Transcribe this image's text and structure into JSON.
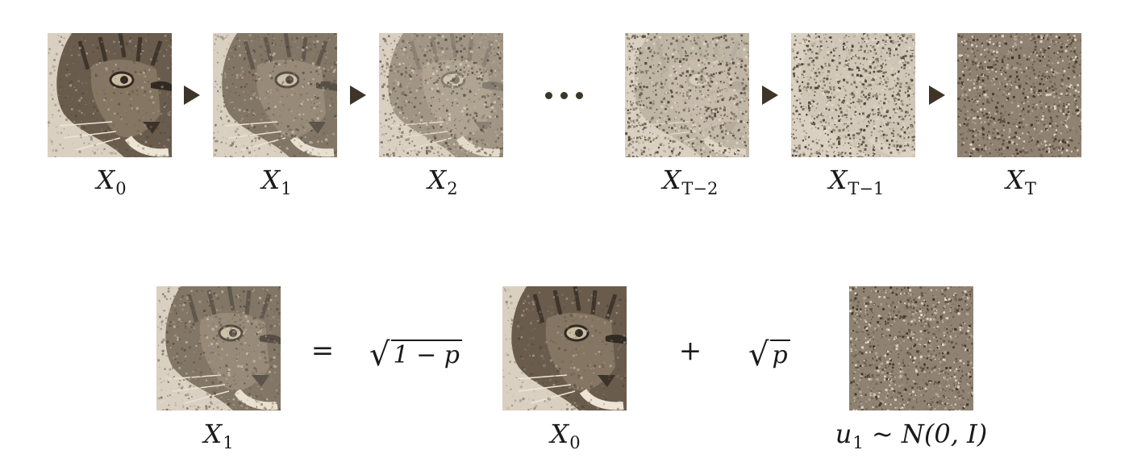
{
  "diagram": {
    "top_row": {
      "frames": [
        {
          "label_base": "X",
          "label_sub": "0",
          "noise": 0.1,
          "cat": true
        },
        {
          "label_base": "X",
          "label_sub": "1",
          "noise": 0.3,
          "cat": true
        },
        {
          "label_base": "X",
          "label_sub": "2",
          "noise": 0.55,
          "cat": true
        },
        {
          "label_base": "X",
          "label_sub": "T−2",
          "noise": 0.8,
          "cat": true
        },
        {
          "label_base": "X",
          "label_sub": "T−1",
          "noise": 0.93,
          "cat": true
        },
        {
          "label_base": "X",
          "label_sub": "T",
          "noise": 1.0,
          "cat": false
        }
      ],
      "ellipsis_icon": "horizontal-ellipsis",
      "arrow_icon": "right-triangle"
    },
    "equation": {
      "lhs": {
        "label_base": "X",
        "label_sub": "1",
        "noise": 0.3
      },
      "equals": "=",
      "coef1_radicand": "1 − p",
      "term1": {
        "label_base": "X",
        "label_sub": "0",
        "noise": 0.1
      },
      "plus": "+",
      "coef2_radicand": "p",
      "term2": {
        "label_base": "u",
        "label_sub": "1",
        "label_rest": "~ N(0, I)",
        "noise": 1.0
      }
    },
    "colors": {
      "sepia_dark": "#3e3428",
      "sepia_light": "#e6dccb",
      "arrow": "#3e3428"
    }
  }
}
